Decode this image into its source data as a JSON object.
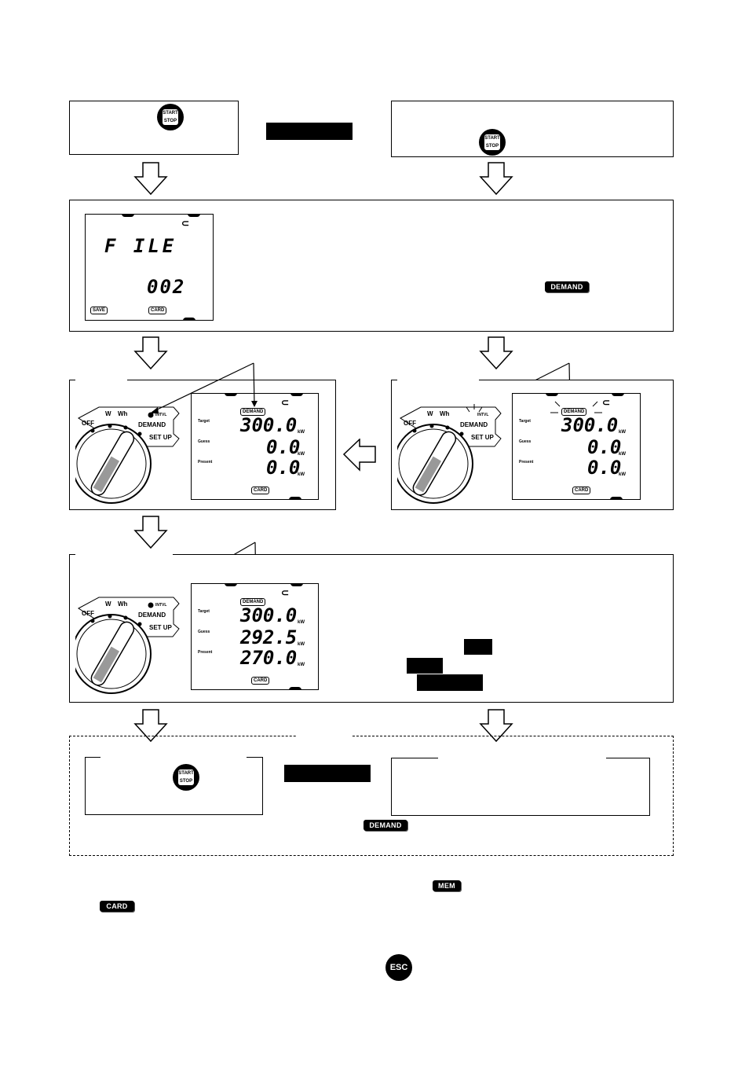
{
  "start_stop_button": {
    "line1": "START",
    "line2": "STOP"
  },
  "esc_button": {
    "label": "ESC"
  },
  "lcd_file": {
    "word": "F ILE",
    "number": "002",
    "save_tag": "SAVE",
    "card_tag": "CARD"
  },
  "lcd_demand": {
    "demand_tag": "DEMAND",
    "row_labels": [
      "Target",
      "Guess",
      "Present"
    ],
    "unit": "kW",
    "card_tag": "CARD",
    "setting_values": [
      "300.0",
      "0.0",
      "0.0"
    ],
    "measuring_values": [
      "300.0",
      "292.5",
      "270.0"
    ]
  },
  "dial": {
    "off": "OFF",
    "w": "W",
    "wh": "Wh",
    "demand": "DEMAND",
    "setup": "SET UP",
    "intvl": "INTVL"
  },
  "badges": {
    "demand": "DEMAND",
    "mem": "MEM",
    "card": "CARD"
  }
}
